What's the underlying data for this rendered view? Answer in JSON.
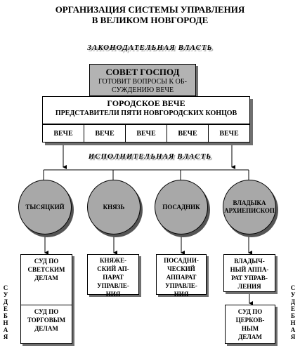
{
  "title_line1": "ОРГАНИЗАЦИЯ СИСТЕМЫ УПРАВЛЕНИЯ",
  "title_line2": "В ВЕЛИКОМ НОВГОРОДЕ",
  "legislative_label": "ЗАКОНОДАТЕЛЬНАЯ ВЛАСТЬ",
  "council": {
    "title": "СОВЕТ ГОСПОД",
    "subtitle_line1": "ГОТОВИТ ВОПРОСЫ К ОБ-",
    "subtitle_line2": "СУЖДЕНИЮ ВЕЧЕ"
  },
  "city_veche": {
    "title": "ГОРОДСКОЕ ВЕЧЕ",
    "subtitle": "ПРЕДСТАВИТЕЛИ ПЯТИ НОВГОРОДСКИХ КОНЦОВ"
  },
  "veche_cells": [
    "ВЕЧЕ",
    "ВЕЧЕ",
    "ВЕЧЕ",
    "ВЕЧЕ",
    "ВЕЧЕ"
  ],
  "executive_label": "ИСПОЛНИТЕЛЬНАЯ ВЛАСТЬ",
  "officials": {
    "tysyatsky": "ТЫСЯЦКИЙ",
    "knyaz": "КНЯЗЬ",
    "posadnik": "ПОСАДНИК",
    "vladyka_line1": "ВЛАДЫКА",
    "vladyka_line2": "АРХИЕПИСКОП"
  },
  "bodies": {
    "secular_court": [
      "СУД ПО",
      "СВЕТСКИМ",
      "ДЕЛАМ"
    ],
    "trade_court": [
      "СУД ПО",
      "ТОРГОВЫМ",
      "ДЕЛАМ"
    ],
    "princely": [
      "КНЯЖЕ-",
      "СКИЙ АП-",
      "ПАРАТ",
      "УПРАВЛЕ-",
      "НИЯ"
    ],
    "posadnik_apparatus": [
      "ПОСАДНИ-",
      "ЧЕСКИЙ",
      "АППАРАТ",
      "УПРАВЛЕ-",
      "НИЯ"
    ],
    "vladyka_apparatus": [
      "ВЛАДЫЧ-",
      "НЫЙ АППА-",
      "РАТ УПРАВ-",
      "ЛЕНИЯ"
    ],
    "church_court": [
      "СУД ПО",
      "ЦЕРКОВ-",
      "НЫМ",
      "ДЕЛАМ"
    ]
  },
  "judicial_label": "СУДЕБНАЯ"
}
